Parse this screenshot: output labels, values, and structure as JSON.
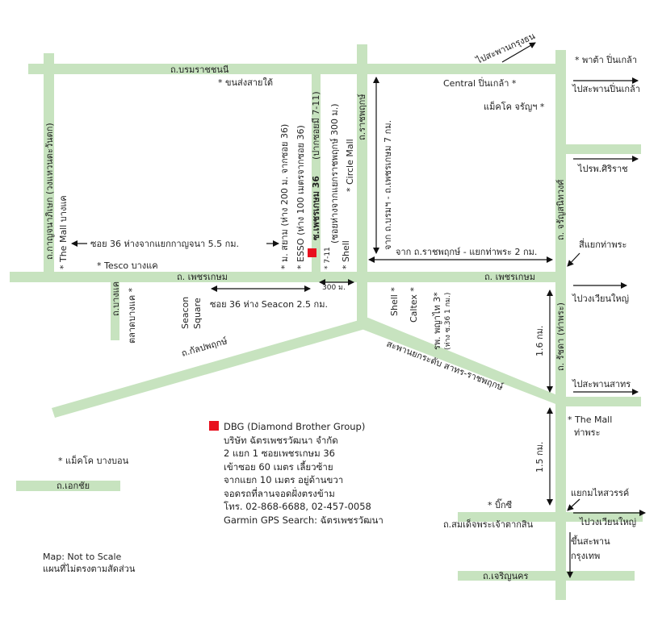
{
  "roads": {
    "borommaratchachonnani": "ถ.บรมราชชนนี",
    "petchkasem_left": "ถ. เพชรเกษม",
    "petchkasem_right": "ถ. เพชรเกษม",
    "kanlapaphruek": "ถ.กัลปพฤกษ์",
    "kanchanaphisek": "ถ.กาญจนาภิเษก (วงแหวนตะวันตก)",
    "ratchaphruek": "ถ.ราชพฤกษ์",
    "charansanitwong": "ถ. จรัญสนิทวงศ์",
    "ratchada": "ถ. รัชดา (ท่าพระ)",
    "somdet": "ถ.สมเด็จพระเจ้าตากสิน",
    "charoennakhon": "ถ.เจริญนคร",
    "ekachai": "ถ.เอกชัย",
    "bangkhae": "ถ.บางแค",
    "soi36": "ซ.เพชรเกษม 36",
    "soi36_sub": "(ปากซอยมี 7-11)",
    "soi36_sub2": "(ซอยห่างจากแยกราชพฤกษ์ 300 ม.)",
    "sathorn_bridge": "สะพานยกระดับ สาทร-ราชพฤกษ์"
  },
  "landmarks": {
    "paoda": "* พาต้า ปิ่นเกล้า",
    "central": "Central ปิ่นเกล้า *",
    "makro_charan": "แม็คโค จรัญฯ *",
    "khonsong": "* ขนส่งสายใต้",
    "siam": "* ม. สยาม (ห่าง 200 ม. จากซอย 36)",
    "esso": "* ESSO (ห่าง 100 เมตรจากซอย 36)",
    "shell_top": "* Shell",
    "circle_mall": "* Circle Mall",
    "mall_bangkhae": "* The Mall บางแค",
    "tesco": "* Tesco บางแค",
    "talad_bangkhae": "ตลาดบางแค *",
    "seacon": "Seacon Square",
    "shell_bottom": "Shell *",
    "caltex": "Caltex *",
    "hospital": "รพ. พญาไท 3*",
    "hospital_sub": "(ห่าง ซ.36 1 กม.)",
    "mall_thaphra_1": "* The Mall",
    "mall_thaphra_2": "ท่าพระ",
    "makro_bangbon": "* แม็คโค บางบอน",
    "bigc": "* บิ๊กซี",
    "seven_eleven": "* 7-11",
    "siyaek": "สี่แยกท่าพระ",
    "yaek_fai": "แยกมไหสวรรค์"
  },
  "directions": {
    "to_krungthon": "ไปสะพานกรุงธน",
    "to_pinklao": "ไปสะพานปิ่นเกล้า",
    "to_siriraj": "ไปรพ.ศิริราช",
    "to_wongwian_1": "ไปวงเวียนใหญ่",
    "to_sathorn": "ไปสะพานสาทร",
    "to_wongwian_2": "ไปวงเวียนใหญ่",
    "up_bridge_1": "ขึ้นสะพาน",
    "up_bridge_2": "กรุงเทพ"
  },
  "distances": {
    "soi36_kanchana": "ซอย 36 ห่างจากแยกกาญจนา 5.5 กม.",
    "soi36_seacon": "ซอย 36 ห่าง Seacon 2.5 กม.",
    "m300": "300 ม.",
    "ratchaphruek_thaphra": "จาก ถ.ราชพฤกษ์ - แยกท่าพระ 2 กม.",
    "borom_petch": "จาก ถ.บรมฯ - ถ.เพชรเกษม 7 กม.",
    "km16": "1.6 กม.",
    "km15": "1.5 กม."
  },
  "company": {
    "name": "DBG (Diamond Brother Group)",
    "lines": [
      "บริษัท ฉัตรเพชรวัฒนา จำกัด",
      "2 แยก 1 ซอยเพชรเกษม 36",
      "เข้าซอย 60 เมตร เลี้ยวซ้าย",
      "จากแยก 10 เมตร อยู่ด้านขวา",
      "จอดรถที่ลานจอดฝั่งตรงข้าม",
      "โทร. 02-868-6688, 02-457-0058",
      "Garmin GPS Search: ฉัตรเพชรวัฒนา"
    ],
    "marker_color": "#e8101e"
  },
  "scale_note": {
    "line1": "Map: Not to Scale",
    "line2": "แผนที่ไม่ตรงตามสัดส่วน"
  },
  "colors": {
    "road": "#c7e3bf",
    "marker": "#e8101e"
  }
}
